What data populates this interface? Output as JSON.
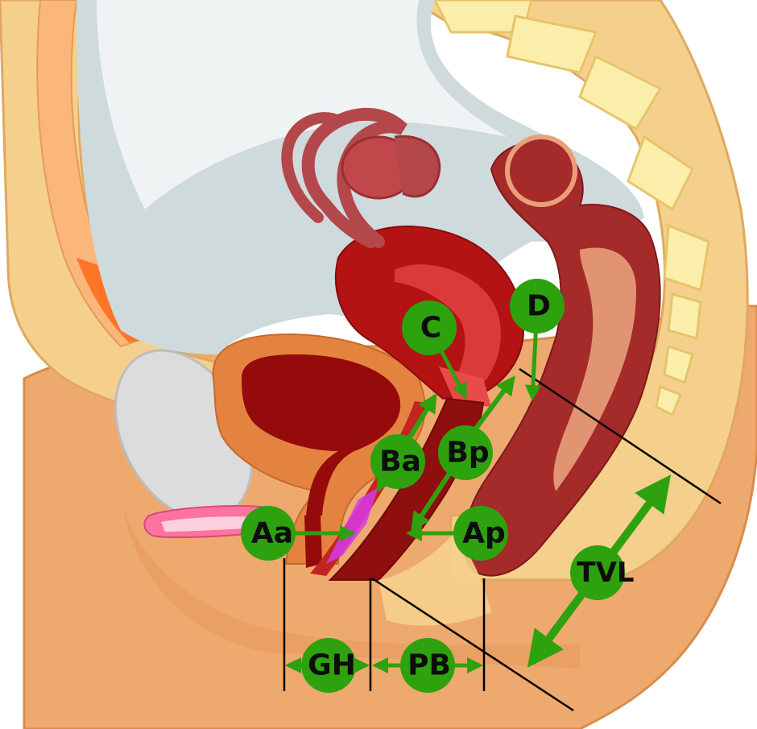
{
  "diagram": {
    "points": {
      "Aa": "Aa",
      "Ba": "Ba",
      "C": "C",
      "D": "D",
      "Bp": "Bp",
      "Ap": "Ap",
      "GH": "GH",
      "PB": "PB",
      "TVL": "TVL"
    },
    "colors": {
      "marker": "#2ea10f",
      "label_text": "#0d0d0d",
      "skin": "#eeaa6e",
      "fat": "#f5d08c",
      "bone": "#fbeeaa",
      "uterus": "#b31313",
      "bladder": "#e48340",
      "rectum": "#a52a2a",
      "cavity": "#cfdadd",
      "pubic_bone": "#dcdcdc"
    }
  }
}
